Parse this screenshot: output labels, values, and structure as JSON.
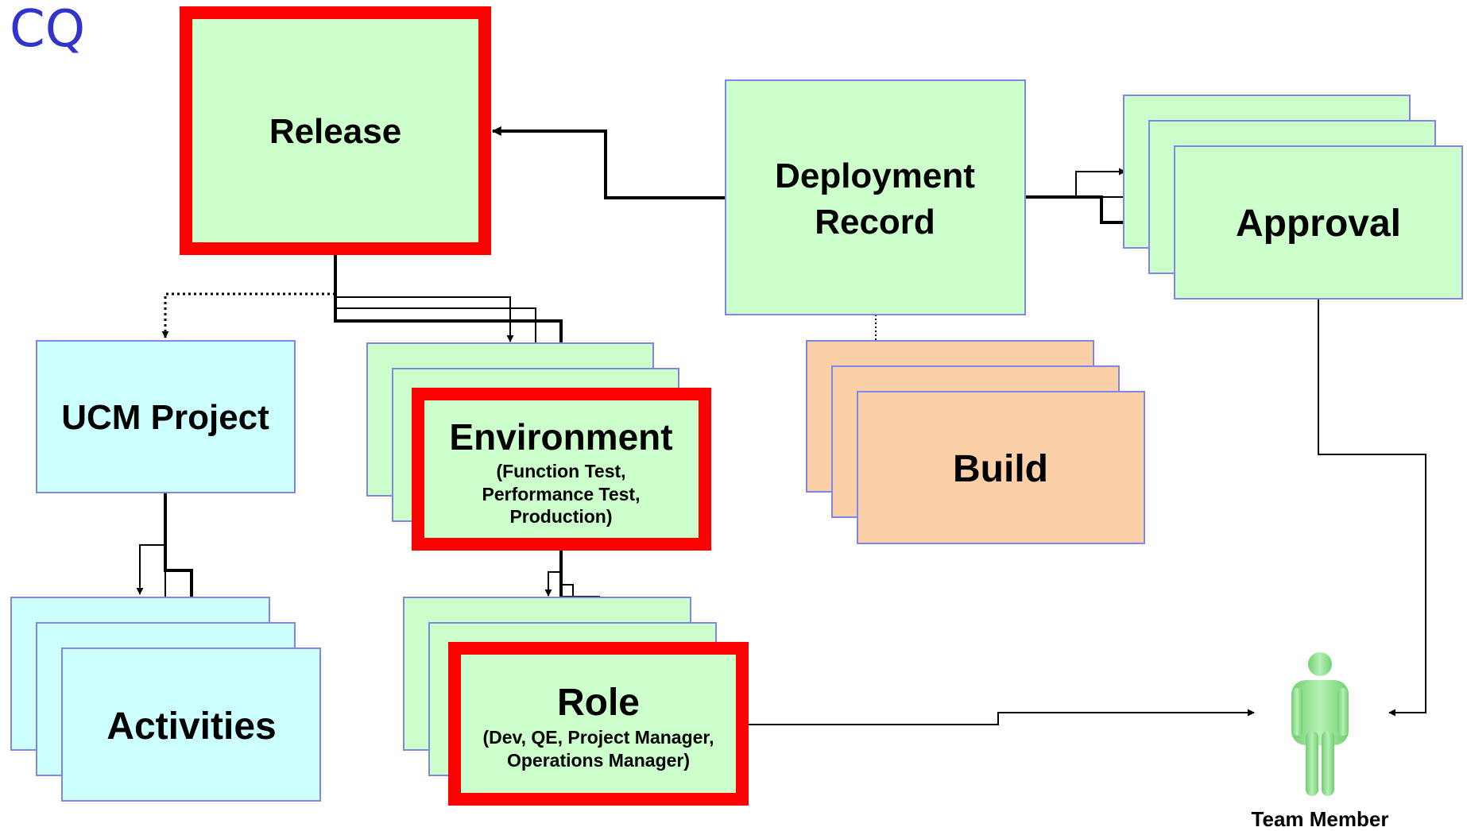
{
  "corner_label": "CQ",
  "colors": {
    "green_fill": "#ccffcc",
    "cyan_fill": "#ccffff",
    "orange_fill": "#fbd0a8",
    "box_border": "#7f86e6",
    "highlight_border": "#ff0000",
    "person": "#8ddc8d",
    "corner_text": "#3333cc"
  },
  "nodes": {
    "release": {
      "title": "Release"
    },
    "deployment_record": {
      "title": "Deployment Record",
      "title_lines": [
        "Deployment",
        "Record"
      ]
    },
    "approval": {
      "title": "Approval"
    },
    "ucm_project": {
      "title": "UCM Project"
    },
    "environment": {
      "title": "Environment",
      "detail_lines": [
        "(Function Test,",
        "Performance Test,",
        "Production)"
      ]
    },
    "build": {
      "title": "Build"
    },
    "activities": {
      "title": "Activities"
    },
    "role": {
      "title": "Role",
      "detail_lines": [
        "(Dev, QE, Project Manager,",
        "Operations Manager)"
      ]
    },
    "team_member": {
      "title": "Team Member",
      "icon": "person-icon"
    }
  }
}
